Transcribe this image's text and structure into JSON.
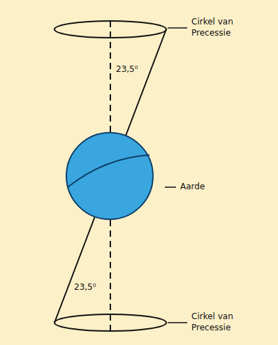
{
  "diagram": {
    "labels": [
      "Cirkel van Precessie",
      "23,5⁰",
      "Aarde",
      "23,5⁰",
      "Cirkel van Precessie"
    ]
  }
}
